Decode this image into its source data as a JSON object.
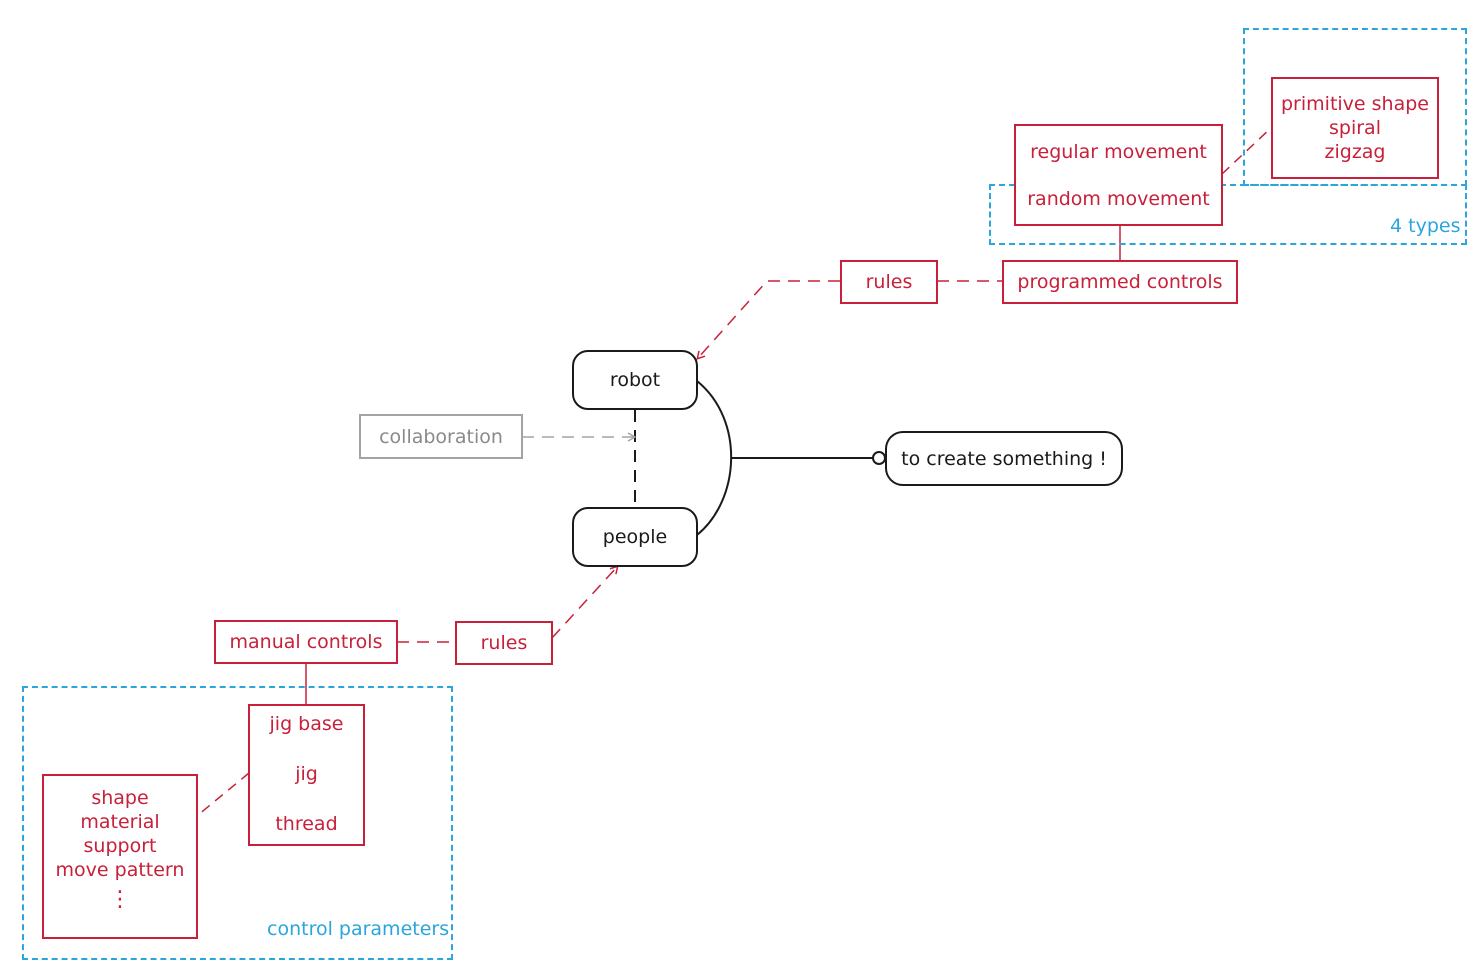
{
  "colors": {
    "accent_red": "#c8203a",
    "group_blue": "#2aa6dc",
    "neutral_black": "#1a1a1a",
    "muted_gray": "#a3a3a3"
  },
  "nodes": {
    "robot": "robot",
    "people": "people",
    "goal": "to  create something !",
    "collaboration": "collaboration",
    "rules_top": "rules",
    "programmed_controls": "programmed controls",
    "regular_movement": "regular movement",
    "random_movement": "random movement",
    "primitive_shape_lines": [
      "primitive shape",
      "spiral",
      "zigzag"
    ],
    "rules_bottom": "rules",
    "manual_controls": "manual controls",
    "jig_base": "jig base",
    "jig": "jig",
    "thread": "thread",
    "params_lines": [
      "shape",
      "material",
      "support",
      "move pattern",
      "⋮"
    ]
  },
  "groups": {
    "four_types": "4 types",
    "control_parameters": "control parameters"
  }
}
